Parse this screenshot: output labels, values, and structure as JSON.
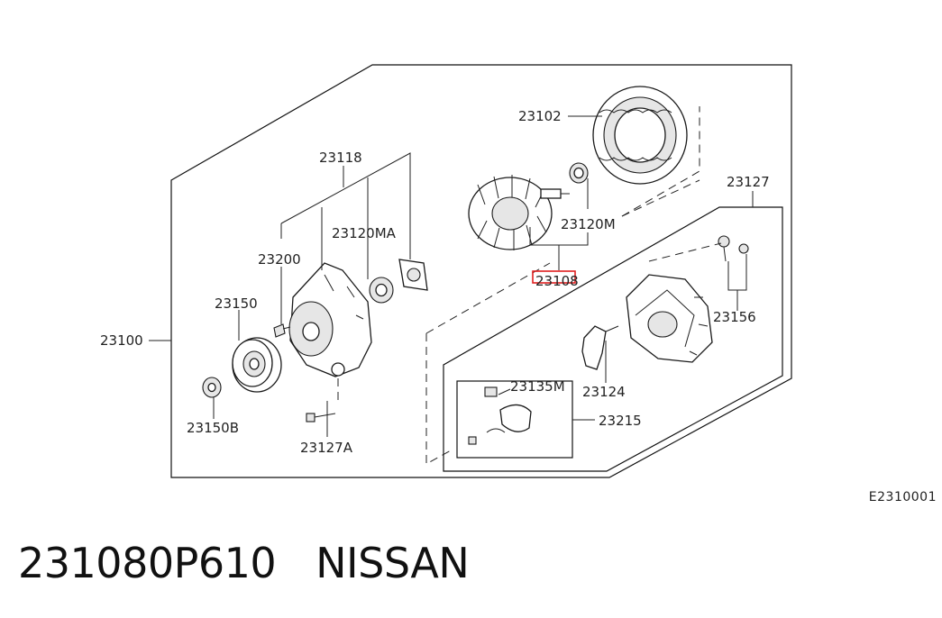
{
  "labels": {
    "l23102": "23102",
    "l23118": "23118",
    "l23120MA": "23120MA",
    "l23120M": "23120M",
    "l23127": "23127",
    "l23200": "23200",
    "l23108": "23108",
    "l23150": "23150",
    "l23100": "23100",
    "l23156": "23156",
    "l23135M": "23135M",
    "l23124": "23124",
    "l23215": "23215",
    "l23150B": "23150B",
    "l23127A": "23127A"
  },
  "highlight": {
    "part": "23108",
    "color": "#e02020"
  },
  "figure_code": "E2310001",
  "footer": {
    "part_number": "231080P610",
    "brand": "NISSAN"
  }
}
